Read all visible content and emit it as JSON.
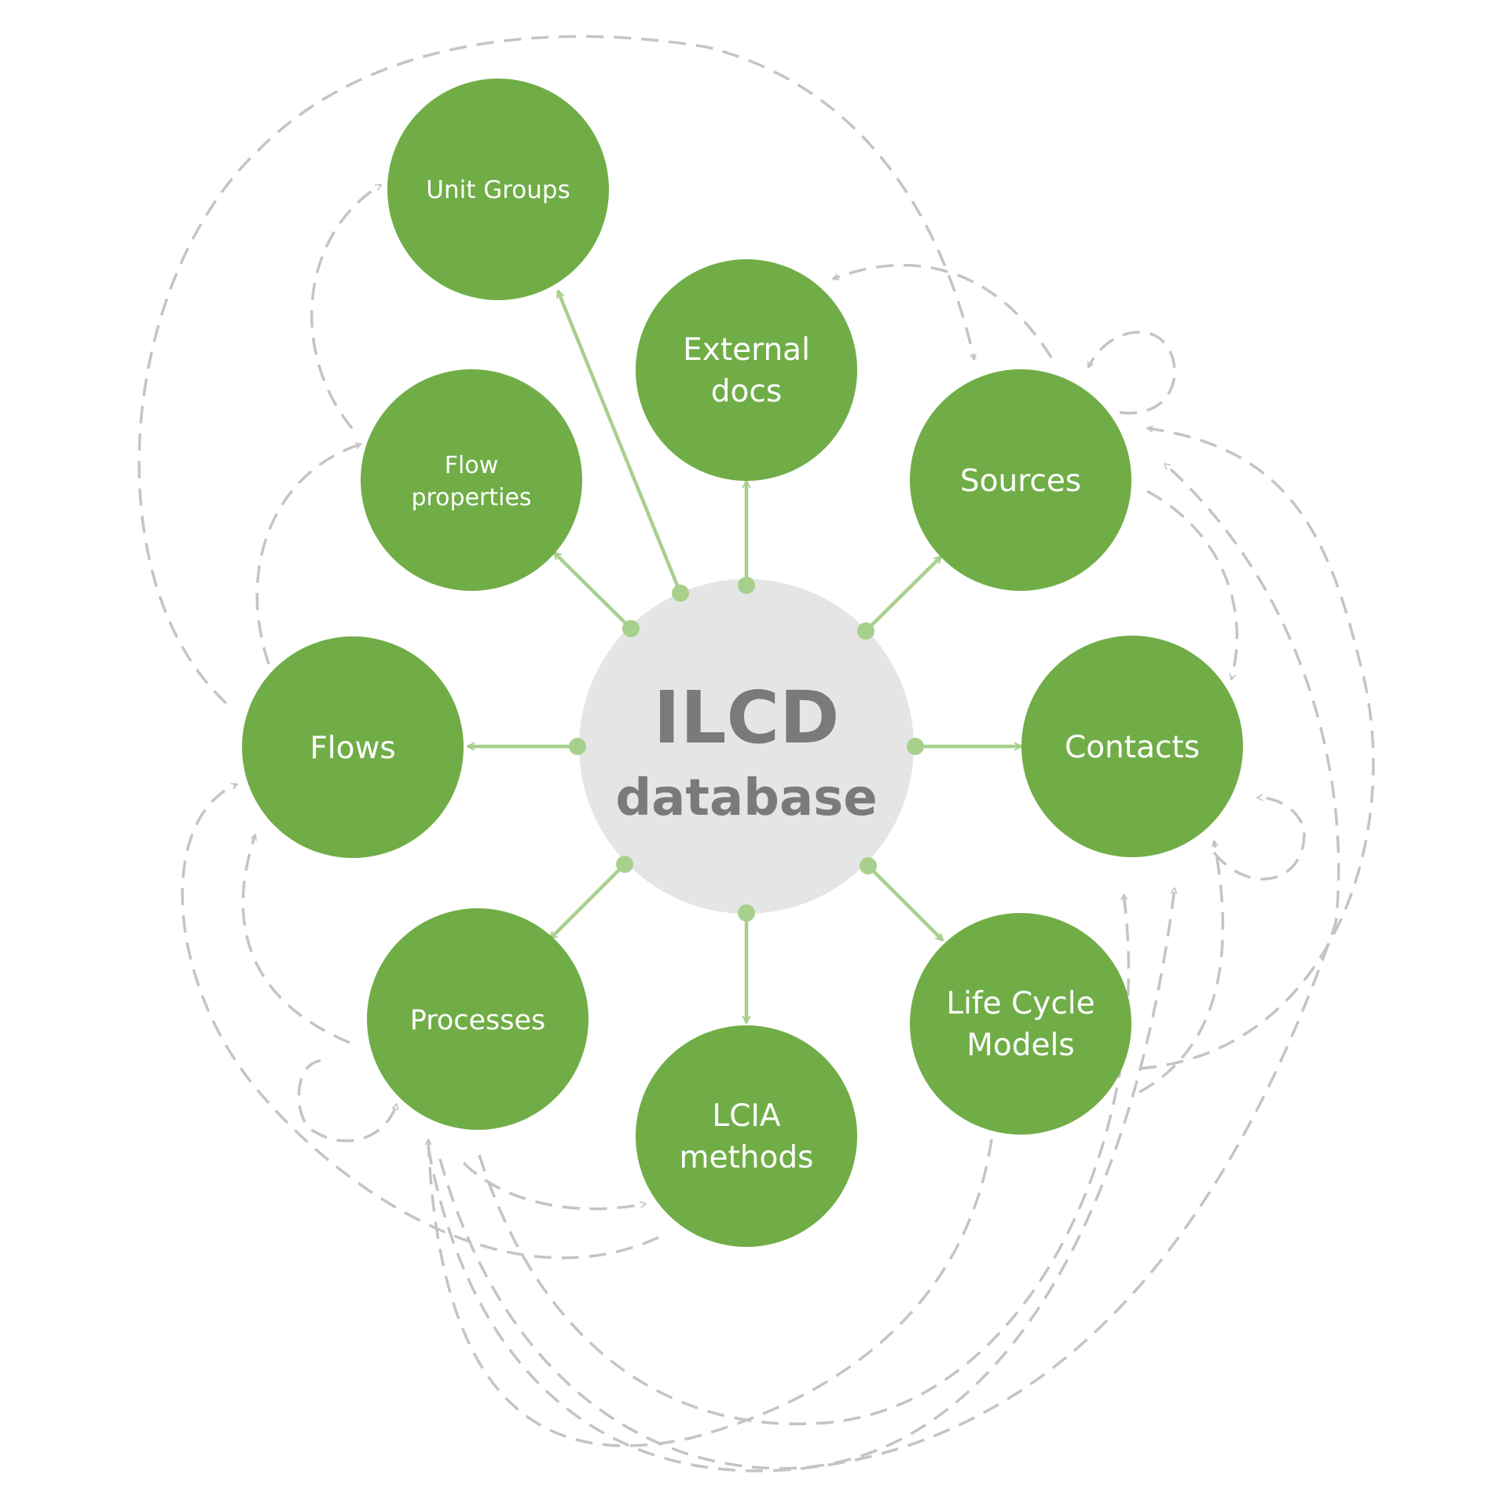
{
  "hub": {
    "title": "ILCD",
    "subtitle": "database"
  },
  "nodes": {
    "unit_groups": "Unit Groups",
    "external_docs_line1": "External",
    "external_docs_line2": "docs",
    "flow_properties_line1": "Flow",
    "flow_properties_line2": "properties",
    "sources": "Sources",
    "flows": "Flows",
    "contacts": "Contacts",
    "processes": "Processes",
    "lcia_methods_line1": "LCIA",
    "lcia_methods_line2": "methods",
    "life_cycle_models_line1": "Life Cycle",
    "life_cycle_models_line2": "Models"
  },
  "colors": {
    "node_fill": "#70ad47",
    "hub_fill": "#e6e5e6",
    "hub_text": "#7a7a7a",
    "spoke": "#a8d08d",
    "dashed": "#c4c4c4",
    "node_text": "#ffffff"
  }
}
